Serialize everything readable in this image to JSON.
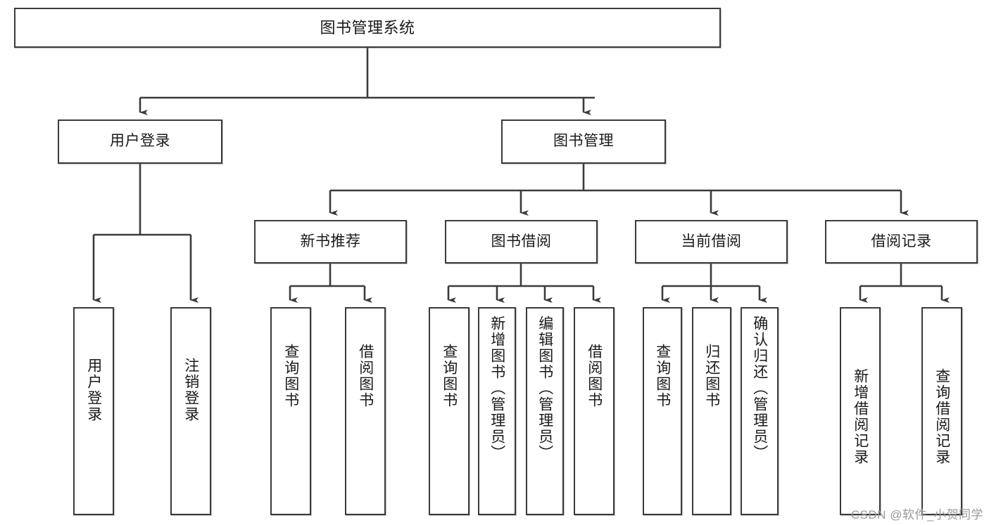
{
  "diagram": {
    "title": "图书管理系统",
    "watermark": "CSDN @软件_小贺同学",
    "line_color": "#3b3b3b",
    "text_color": "#1a1a1a",
    "background": "#ffffff",
    "levels": {
      "root": {
        "label": "图书管理系统"
      },
      "level2": [
        {
          "label": "用户登录"
        },
        {
          "label": "图书管理"
        }
      ],
      "level3": [
        {
          "label": "新书推荐"
        },
        {
          "label": "图书借阅"
        },
        {
          "label": "当前借阅"
        },
        {
          "label": "借阅记录"
        }
      ],
      "leaves": {
        "user_login": [
          {
            "label": "用户登录"
          },
          {
            "label": "注销登录"
          }
        ],
        "new_book": [
          {
            "label": "查询图书"
          },
          {
            "label": "借阅图书"
          }
        ],
        "book_borrow": [
          {
            "label": "查询图书"
          },
          {
            "label": "新增图书（管理员）"
          },
          {
            "label": "编辑图书（管理员）"
          },
          {
            "label": "借阅图书"
          }
        ],
        "current_borrow": [
          {
            "label": "查询图书"
          },
          {
            "label": "归还图书"
          },
          {
            "label": "确认归还（管理员）"
          }
        ],
        "borrow_record": [
          {
            "label": "新增借阅记录"
          },
          {
            "label": "查询借阅记录"
          }
        ]
      }
    }
  }
}
